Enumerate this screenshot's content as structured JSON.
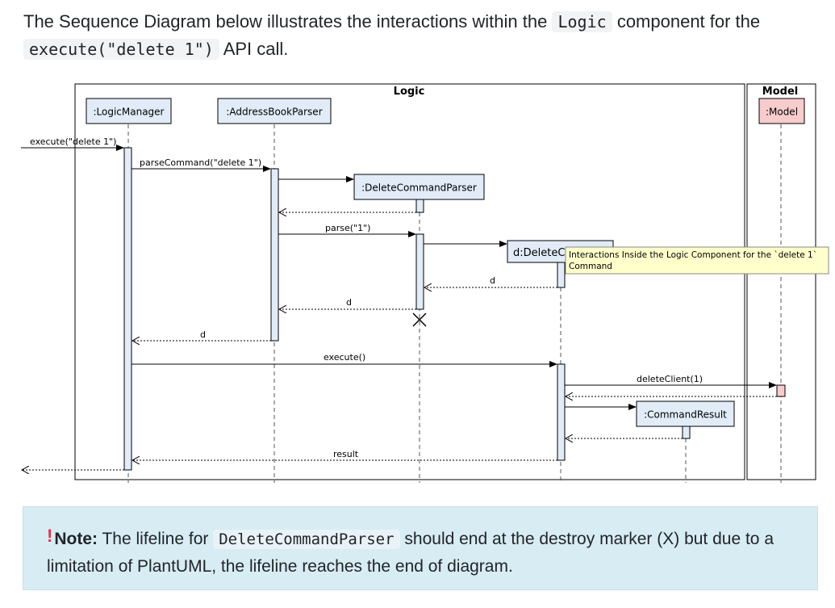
{
  "intro": {
    "text_1": "The Sequence Diagram below illustrates the interactions within the",
    "code_1": "Logic",
    "text_2": "component for the",
    "code_2": "execute(\"delete 1\")",
    "text_3": "API call."
  },
  "diagram": {
    "frame_logic": "Logic",
    "frame_model": "Model",
    "participants": {
      "logic_manager": ":LogicManager",
      "address_book_parser": ":AddressBookParser",
      "delete_command_parser": ":DeleteCommandParser",
      "delete_command": "d:DeleteC",
      "command_result": ":CommandResult",
      "model": ":Model"
    },
    "messages": {
      "execute_delete": "execute(\"delete 1\")",
      "parse_command": "parseCommand(\"delete 1\")",
      "parse": "parse(\"1\")",
      "return_d_1": "d",
      "return_d_2": "d",
      "return_d_3": "d",
      "execute": "execute()",
      "delete_client": "deleteClient(1)",
      "result": "result"
    },
    "tooltip": {
      "line_1": "Interactions Inside the Logic Component for the `delete 1`",
      "line_2": "Command"
    },
    "colors": {
      "participant_fill": "#e2ecf8",
      "model_fill": "#f8cccc",
      "tooltip_fill": "#ffffcc"
    }
  },
  "note": {
    "icon": "exclamation-icon",
    "label": "Note:",
    "text_1": "The lifeline for",
    "code": "DeleteCommandParser",
    "text_2": "should end at the destroy marker (X) but due to a limitation of PlantUML, the lifeline reaches the end of diagram."
  }
}
